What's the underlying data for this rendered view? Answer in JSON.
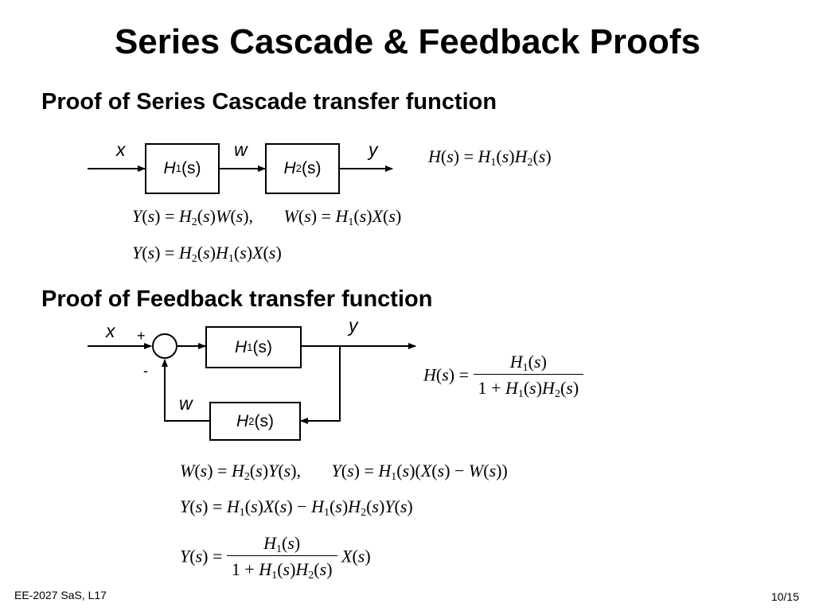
{
  "slide": {
    "title": "Series Cascade & Feedback Proofs",
    "footer_left": "EE-2027 SaS, L17",
    "page_number": "10/15"
  },
  "series": {
    "heading": "Proof of Series Cascade transfer function",
    "signal_x": "x",
    "signal_w": "w",
    "signal_y": "y",
    "block1": {
      "H": "H",
      "sub": "1",
      "arg": "(s)"
    },
    "block2": {
      "H": "H",
      "sub": "2",
      "arg": "(s)"
    },
    "eq_result": "H(s) = H₁(s)H₂(s)",
    "eq_line1": "Y(s) = H₂(s)W(s),      W(s) = H₁(s)X(s)",
    "eq_line2": "Y(s) = H₂(s)H₁(s)X(s)"
  },
  "feedback": {
    "heading": "Proof of Feedback transfer function",
    "signal_x": "x",
    "signal_y": "y",
    "signal_w": "w",
    "sign_plus": "+",
    "sign_minus": "-",
    "block1": {
      "H": "H",
      "sub": "1",
      "arg": "(s)"
    },
    "block2": {
      "H": "H",
      "sub": "2",
      "arg": "(s)"
    },
    "eq_result": "H(s) = H₁(s) / (1 + H₁(s)H₂(s))",
    "eq_line1": "W(s) = H₂(s)Y(s),      Y(s) = H₁(s)(X(s) − W(s))",
    "eq_line2": "Y(s) = H₁(s)X(s) − H₁(s)H₂(s)Y(s)",
    "eq_line3": "Y(s) = H₁(s) / (1 + H₁(s)H₂(s)) · X(s)"
  }
}
